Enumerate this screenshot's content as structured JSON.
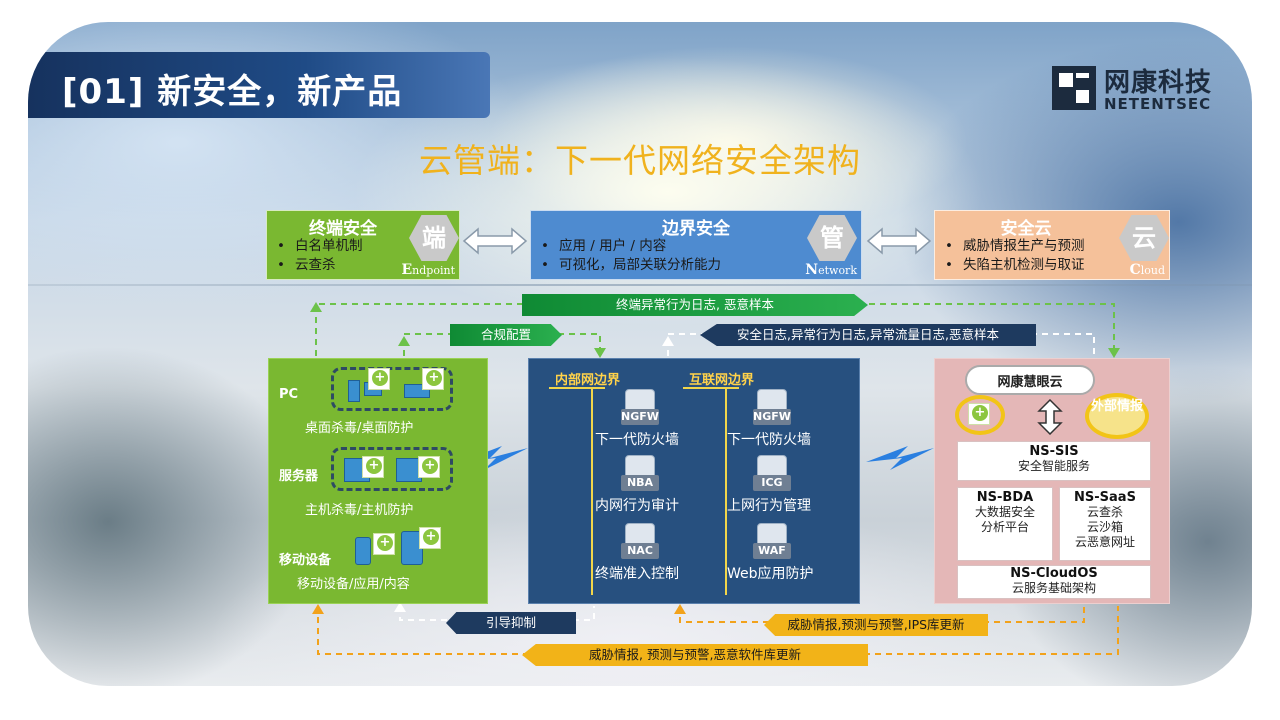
{
  "header": {
    "title": "[01]  新安全，新产品",
    "subtitle": "云管端：下一代网络安全架构"
  },
  "logo": {
    "cn": "网康科技",
    "en": "NETENTSEC"
  },
  "top_boxes": [
    {
      "title": "终端安全",
      "items": [
        "白名单机制",
        "云查杀"
      ],
      "hex": "端",
      "tag_initial": "E",
      "tag_rest": "ndpoint"
    },
    {
      "title": "边界安全",
      "items": [
        "应用 / 用户 / 内容",
        "可视化，局部关联分析能力"
      ],
      "hex": "管",
      "tag_initial": "N",
      "tag_rest": "etwork"
    },
    {
      "title": "安全云",
      "items": [
        "威胁情报生产与预测",
        "失陷主机检测与取证"
      ],
      "hex": "云",
      "tag_initial": "C",
      "tag_rest": "loud"
    }
  ],
  "banners": {
    "endpoint_log": "终端异常行为日志, 恶意样本",
    "compliance": "合规配置",
    "security_log": "安全日志,异常行为日志,异常流量日志,恶意样本",
    "guide": "引导抑制",
    "threat_ips": "威胁情报,预测与预警,IPS库更新",
    "threat_malware": "威胁情报, 预测与预警,恶意软件库更新"
  },
  "endpoint": {
    "pc_label": "PC",
    "pc_sub": "桌面杀毒/桌面防护",
    "server_label": "服务器",
    "server_sub": "主机杀毒/主机防护",
    "mobile_label": "移动设备",
    "mobile_sub": "移动设备/应用/内容"
  },
  "boundary": {
    "internal_title": "内部网边界",
    "internet_title": "互联网边界",
    "internal": [
      {
        "code": "NGFW",
        "name": "下一代防火墙"
      },
      {
        "code": "NBA",
        "name": "内网行为审计"
      },
      {
        "code": "NAC",
        "name": "终端准入控制"
      }
    ],
    "internet": [
      {
        "code": "NGFW",
        "name": "下一代防火墙"
      },
      {
        "code": "ICG",
        "name": "上网行为管理"
      },
      {
        "code": "WAF",
        "name": "Web应用防护"
      }
    ]
  },
  "cloud": {
    "cloud_name": "网康慧眼云",
    "external": "外部情报",
    "sis": {
      "name": "NS-SIS",
      "desc": "安全智能服务"
    },
    "bda": {
      "name": "NS-BDA",
      "desc1": "大数据安全",
      "desc2": "分析平台"
    },
    "saas": {
      "name": "NS-SaaS",
      "desc1": "云查杀",
      "desc2": "云沙箱",
      "desc3": "云恶意网址"
    },
    "os": {
      "name": "NS-CloudOS",
      "desc": "云服务基础架构"
    }
  },
  "colors": {
    "green": "#7ab831",
    "blue": "#27507f",
    "pink": "#e4b7b7",
    "title_orange": "#f0b21d",
    "banner_green": "#1a9a3e",
    "banner_navy": "#1e3a5f",
    "banner_orange": "#f2b318"
  }
}
